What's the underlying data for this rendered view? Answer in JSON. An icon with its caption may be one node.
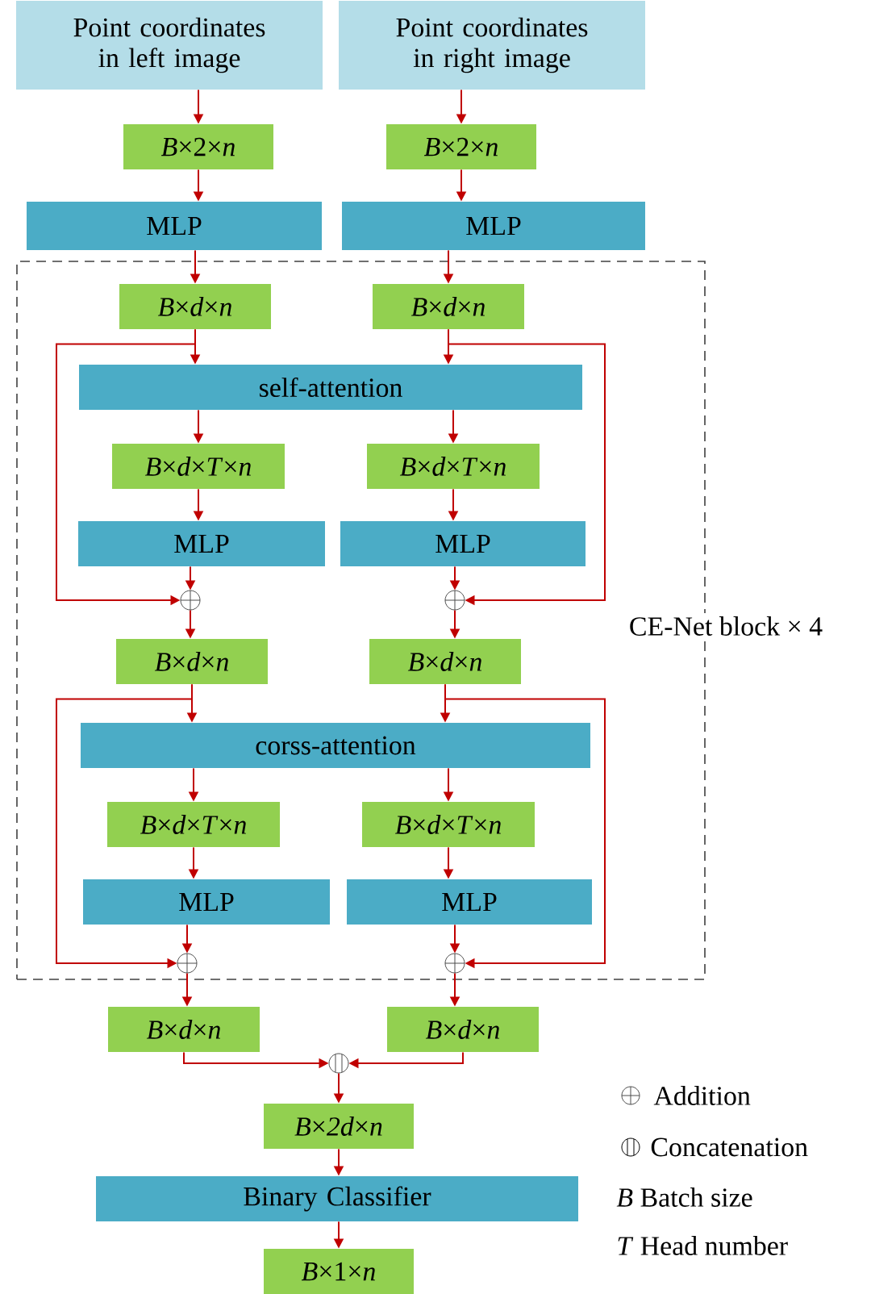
{
  "diagram": {
    "nodes": [
      {
        "text": [
          "Point coordinates in left image"
        ]
      },
      {
        "text": [
          "Point coordinates in right image"
        ]
      },
      {
        "text": [
          "*B*×2×*n*"
        ]
      },
      {
        "text": [
          "*B*×2×*n*"
        ]
      },
      {
        "text": [
          "MLP"
        ]
      },
      {
        "text": [
          "MLP"
        ]
      },
      {
        "text": [
          "CE-Net block × 4"
        ]
      },
      {
        "text": [
          "*B*×*d*×*n*"
        ],
        "in": 6
      },
      {
        "text": [
          "*B*×*d*×*n*"
        ],
        "in": 6
      },
      {
        "text": [
          "self-attention"
        ],
        "in": 6
      },
      {
        "text": [
          "*B*×*d*×*T*×*n*"
        ],
        "in": 6
      },
      {
        "text": [
          "*B*×*d*×*T*×*n*"
        ],
        "in": 6
      },
      {
        "text": [
          "MLP"
        ],
        "in": 6
      },
      {
        "text": [
          "MLP"
        ],
        "in": 6
      },
      {
        "text": [],
        "shape": "circle",
        "in": 6
      },
      {
        "text": [],
        "shape": "circle",
        "in": 6
      },
      {
        "text": [
          "*B*×*d*×*n*"
        ],
        "in": 6
      },
      {
        "text": [
          "*B*×*d*×*n*"
        ],
        "in": 6
      },
      {
        "text": [
          "corss-attention"
        ],
        "in": 6
      },
      {
        "text": [
          "*B*×*d*×*T*×*n*"
        ],
        "in": 6
      },
      {
        "text": [
          "*B*×*d*×*T*×*n*"
        ],
        "in": 6
      },
      {
        "text": [
          "MLP"
        ],
        "in": 6
      },
      {
        "text": [
          "MLP"
        ],
        "in": 6
      },
      {
        "text": [],
        "shape": "circle",
        "in": 6
      },
      {
        "text": [],
        "shape": "circle",
        "in": 6
      },
      {
        "text": [
          "*B*×*d*×*n*"
        ]
      },
      {
        "text": [
          "*B*×*d*×*n*"
        ]
      },
      {
        "text": [],
        "shape": "circle"
      },
      {
        "text": [
          "*B*×*2d*×*n*"
        ]
      },
      {
        "text": [
          "Binary Classifier"
        ]
      },
      {
        "text": [
          "*B*×1×*n*"
        ]
      }
    ],
    "edges": [
      {
        "from": 0,
        "to": 2,
        "arrow": "to"
      },
      {
        "from": 1,
        "to": 3,
        "arrow": "to"
      },
      {
        "from": 2,
        "to": 4,
        "arrow": "to"
      },
      {
        "from": 3,
        "to": 5,
        "arrow": "to"
      },
      {
        "from": 4,
        "to": 7,
        "arrow": "to"
      },
      {
        "from": 5,
        "to": 8,
        "arrow": "to"
      },
      {
        "from": 7,
        "to": 9,
        "arrow": "to"
      },
      {
        "from": 8,
        "to": 9,
        "arrow": "to"
      },
      {
        "from": 9,
        "to": 10,
        "arrow": "to"
      },
      {
        "from": 9,
        "to": 11,
        "arrow": "to"
      },
      {
        "from": 10,
        "to": 12,
        "arrow": "to"
      },
      {
        "from": 11,
        "to": 13,
        "arrow": "to"
      },
      {
        "from": 12,
        "to": 14,
        "arrow": "to"
      },
      {
        "from": 13,
        "to": 15,
        "arrow": "to"
      },
      {
        "from": 7,
        "to": 14,
        "arrow": "to"
      },
      {
        "from": 8,
        "to": 15,
        "arrow": "to"
      },
      {
        "from": 14,
        "to": 16,
        "arrow": "to"
      },
      {
        "from": 15,
        "to": 17,
        "arrow": "to"
      },
      {
        "from": 16,
        "to": 18,
        "arrow": "to"
      },
      {
        "from": 17,
        "to": 18,
        "arrow": "to"
      },
      {
        "from": 18,
        "to": 19,
        "arrow": "to"
      },
      {
        "from": 18,
        "to": 20,
        "arrow": "to"
      },
      {
        "from": 19,
        "to": 21,
        "arrow": "to"
      },
      {
        "from": 20,
        "to": 22,
        "arrow": "to"
      },
      {
        "from": 21,
        "to": 23,
        "arrow": "to"
      },
      {
        "from": 22,
        "to": 24,
        "arrow": "to"
      },
      {
        "from": 16,
        "to": 23,
        "arrow": "to"
      },
      {
        "from": 17,
        "to": 24,
        "arrow": "to"
      },
      {
        "from": 23,
        "to": 25,
        "arrow": "to"
      },
      {
        "from": 24,
        "to": 26,
        "arrow": "to"
      },
      {
        "from": 25,
        "to": 27,
        "arrow": "to"
      },
      {
        "from": 26,
        "to": 27,
        "arrow": "to"
      },
      {
        "from": 27,
        "to": 28,
        "arrow": "to"
      },
      {
        "from": 28,
        "to": 29,
        "arrow": "to"
      },
      {
        "from": 29,
        "to": 30,
        "arrow": "to"
      }
    ],
    "legend": [
      {
        "text": "Addition"
      },
      {
        "text": "Concatenation"
      },
      {
        "text": "*B*  Batch size"
      },
      {
        "text": "*T*  Head number"
      }
    ]
  }
}
